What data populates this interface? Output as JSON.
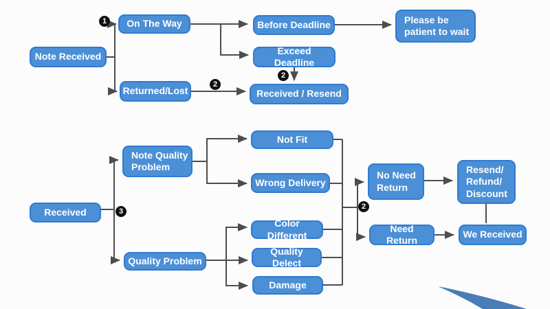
{
  "diagram_title": "",
  "colors": {
    "node_fill": "#4b8fd6",
    "node_border": "#2f7ad0",
    "node_text": "#ffffff",
    "line": "#4d4d4d",
    "badge_bg": "#101010",
    "swoosh": "#4a7cb8",
    "background": "#fcfcfc"
  },
  "nodes": {
    "note_received": {
      "label": "Note Received"
    },
    "on_the_way": {
      "label": "On The Way"
    },
    "before_deadline": {
      "label": "Before Deadline"
    },
    "please_wait": {
      "label": "Please be\npatient to wait"
    },
    "exceed_deadline": {
      "label": "Exceed Deadline"
    },
    "returned_lost": {
      "label": "Returned/Lost"
    },
    "received_resend": {
      "label": "Received / Resend"
    },
    "received": {
      "label": "Received"
    },
    "note_quality_problem": {
      "label": "Note Quality\nProblem"
    },
    "quality_problem": {
      "label": "Quality Problem"
    },
    "not_fit": {
      "label": "Not Fit"
    },
    "wrong_delivery": {
      "label": "Wrong Delivery"
    },
    "color_different": {
      "label": "Color Different"
    },
    "quality_delect": {
      "label": "Quality Delect"
    },
    "damage": {
      "label": "Damage"
    },
    "no_need_return": {
      "label": "No Need\nReturn"
    },
    "resend_refund_discount": {
      "label": "Resend/\nRefund/\nDiscount"
    },
    "need_return": {
      "label": "Need Return"
    },
    "we_received": {
      "label": "We Received"
    }
  },
  "badges": {
    "b1": {
      "glyph": "1"
    },
    "b2": {
      "glyph": "2"
    },
    "b3": {
      "glyph": "2"
    },
    "b4": {
      "glyph": "3"
    },
    "b5": {
      "glyph": "2"
    }
  },
  "edges": [
    {
      "from": "Note Received",
      "to": "On The Way",
      "badge": "1"
    },
    {
      "from": "Note Received",
      "to": "Returned/Lost"
    },
    {
      "from": "On The Way",
      "to": "Before Deadline"
    },
    {
      "from": "On The Way",
      "to": "Exceed Deadline"
    },
    {
      "from": "Before Deadline",
      "to": "Please be patient to wait"
    },
    {
      "from": "Exceed Deadline",
      "to": "Received / Resend",
      "badge": "2"
    },
    {
      "from": "Returned/Lost",
      "to": "Received / Resend",
      "badge": "2"
    },
    {
      "from": "Received",
      "to": "Note Quality Problem",
      "badge": "3"
    },
    {
      "from": "Received",
      "to": "Quality Problem",
      "badge": "3"
    },
    {
      "from": "Note Quality Problem",
      "to": "Not Fit"
    },
    {
      "from": "Note Quality Problem",
      "to": "Wrong Delivery"
    },
    {
      "from": "Quality Problem",
      "to": "Color Different"
    },
    {
      "from": "Quality Problem",
      "to": "Quality Delect"
    },
    {
      "from": "Quality Problem",
      "to": "Damage"
    },
    {
      "from": "Not Fit + Wrong Delivery + Color Different + Quality Delect + Damage",
      "to": "No Need Return",
      "badge": "2"
    },
    {
      "from": "Not Fit + Wrong Delivery + Color Different + Quality Delect + Damage",
      "to": "Need Return",
      "badge": "2"
    },
    {
      "from": "No Need Return",
      "to": "Resend/Refund/Discount"
    },
    {
      "from": "Need Return",
      "to": "We Received"
    },
    {
      "from": "Resend/Refund/Discount",
      "to": "We Received"
    }
  ]
}
